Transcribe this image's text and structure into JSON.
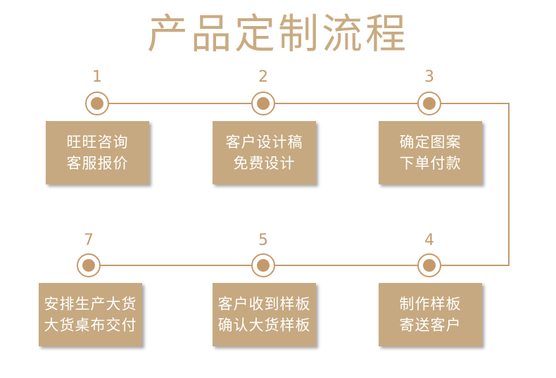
{
  "title": "产品定制流程",
  "colors": {
    "title": "#c9ab82",
    "accent": "#c49a6c",
    "box": "#c6a981",
    "box_text": "#ffffff"
  },
  "steps": [
    {
      "number": "1",
      "lines": [
        "旺旺咨询",
        "客服报价"
      ]
    },
    {
      "number": "2",
      "lines": [
        "客户设计稿",
        "免费设计"
      ]
    },
    {
      "number": "3",
      "lines": [
        "确定图案",
        "下单付款"
      ]
    },
    {
      "number": "4",
      "lines": [
        "制作样板",
        "寄送客户"
      ]
    },
    {
      "number": "5",
      "lines": [
        "客户收到样板",
        "确认大货样板"
      ]
    },
    {
      "number": "7",
      "lines": [
        "安排生产大货",
        "大货桌布交付"
      ]
    }
  ]
}
